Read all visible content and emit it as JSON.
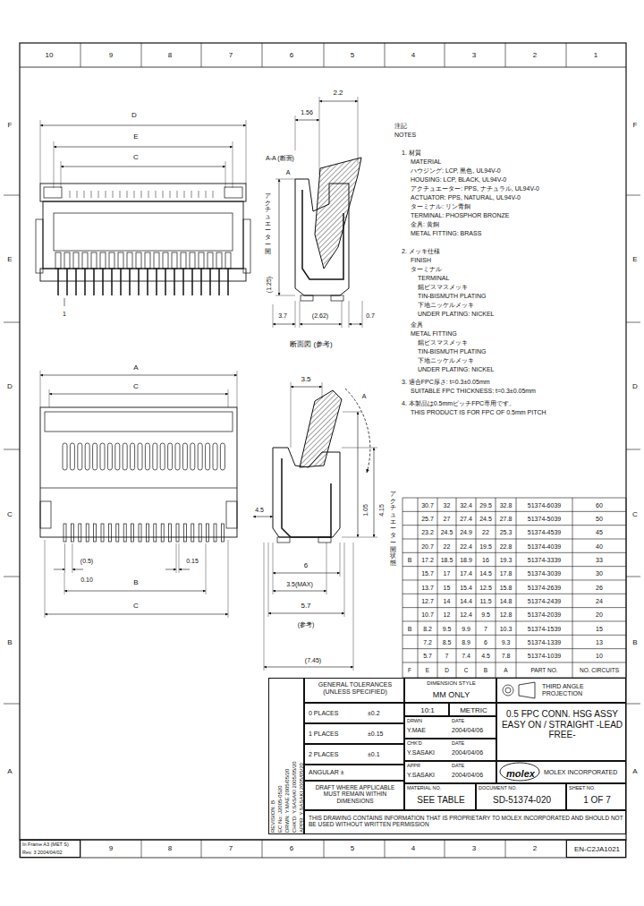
{
  "diagram": {
    "nodes": [
      {
        "text": [
          "In Frame A3 (MET S)",
          "Rev. 3 2004/04/02"
        ]
      },
      {
        "text": [
          "EN-C2JA1021"
        ]
      },
      {
        "text": [
          "REVISION: B",
          "EC No: J2005-0520",
          "DRWN: Y.MAE 2005/05/20",
          "CHK'D: Y.SASAKI 2005/05/20",
          "APPR: Y.SASAKI 2005/05/20"
        ]
      },
      {
        "text": [
          "GENERAL TOLERANCES (UNLESS SPECIFIED)"
        ]
      },
      {
        "text": [
          "0 PLACES",
          "±0.2"
        ]
      },
      {
        "text": [
          "1 PLACES",
          "±0.15"
        ]
      },
      {
        "text": [
          "2 PLACES",
          "±0.1"
        ]
      },
      {
        "text": [
          "ANGULAR ±"
        ]
      },
      {
        "text": [
          "DRAFT WHERE APPLICABLE MUST REMAIN WITHIN DIMENSIONS"
        ]
      },
      {
        "text": [
          "DIMENSION STYLE",
          "MM ONLY"
        ]
      },
      {
        "text": [
          "10:1"
        ]
      },
      {
        "text": [
          "METRIC"
        ]
      },
      {
        "text": [
          "DRWN",
          "DATE",
          "Y.MAE",
          "2004/04/06"
        ]
      },
      {
        "text": [
          "CHK'D",
          "DATE",
          "Y.SASAKI",
          "2004/04/06"
        ]
      },
      {
        "text": [
          "APPR",
          "DATE",
          "Y.SASAKI",
          "2004/04/06"
        ]
      },
      {
        "text": [
          "MATERIAL NO.",
          "SEE TABLE"
        ]
      },
      {
        "text": [
          "DOCUMENT NO.",
          "SD-51374-020"
        ]
      },
      {
        "text": [
          "SHEET NO.",
          "1 OF 7"
        ]
      },
      {
        "text": [
          "THIRD ANGLE PROJECTION"
        ]
      },
      {
        "text": [
          "0.5 FPC CONN. HSG ASSY EASY ON / STRAIGHT -LEAD FREE-"
        ]
      },
      {
        "text": [
          "molex",
          "MOLEX INCORPORATED"
        ]
      },
      {
        "text": [
          "THIS DRAWING CONTAINS INFORMATION THAT IS PROPRIETARY TO MOLEX INCORPORATED AND SHOULD NOT BE USED WITHOUT WRITTEN PERMISSION"
        ]
      }
    ],
    "labels": [
      "10",
      "9",
      "8",
      "7",
      "6",
      "5",
      "4",
      "3",
      "2",
      "1",
      "F",
      "E",
      "D",
      "C",
      "B",
      "A",
      "F",
      "E",
      "D",
      "C",
      "B",
      "A",
      "9",
      "8",
      "7",
      "6",
      "5",
      "4",
      "3",
      "2",
      "D",
      "E",
      "C",
      "1",
      "2.2",
      "1.56",
      "A-A (断面)",
      "A",
      "アクチュエーター開",
      "(1.25)",
      "3.7",
      "(2.62)",
      "0.7",
      "断面図 (参考)",
      "A",
      "C",
      "(0.5)",
      "0.15",
      "0.10",
      "B",
      "C",
      "3.5",
      "A",
      "1.05",
      "4.15",
      "4.5",
      "アクチュエーター開状態",
      "6",
      "3.5(MAX)",
      "5.7",
      "(参考)",
      "(7.45)",
      "注記",
      "NOTES",
      "1. 材質",
      "MATERIAL",
      "ハウジング: LCP, 黒色, UL94V-0",
      "HOUSING: LCP, BLACK, UL94V-0",
      "アクチュエーター: PPS, ナチュラル, UL94V-0",
      "ACTUATOR: PPS, NATURAL, UL94V-0",
      "ターミナル: リン青銅",
      "TERMINAL: PHOSPHOR BRONZE",
      "金具: 黄銅",
      "METAL FITTING: BRASS",
      "2. メッキ仕様",
      "FINISH",
      "ターミナル",
      "TERMINAL",
      "錫ビスマスメッキ",
      "TIN-BISMUTH PLATING",
      "下地ニッケルメッキ",
      "UNDER PLATING: NICKEL",
      "金具",
      "METAL FITTING",
      "錫ビスマスメッキ",
      "TIN-BISMUTH PLATING",
      "下地ニッケルメッキ",
      "UNDER PLATING: NICKEL",
      "3. 適合FPC厚さ: t=0.3±0.05mm",
      "SUITABLE FPC THICKNESS: t=0.3±0.05mm",
      "4. 本製品は0.5mmピッチFPC専用です。",
      "THIS PRODUCT IS FOR FPC OF 0.5mm PITCH",
      "30.7",
      "32",
      "32.4",
      "29.5",
      "32.8",
      "51374-6039",
      "60",
      "25.7",
      "27",
      "27.4",
      "24.5",
      "27.8",
      "51374-5039",
      "50",
      "23.2",
      "24.5",
      "24.9",
      "22",
      "25.3",
      "51374-4539",
      "45",
      "20.7",
      "22",
      "22.4",
      "19.5",
      "22.8",
      "51374-4039",
      "40",
      "17.2",
      "18.5",
      "18.9",
      "16",
      "19.3",
      "51374-3339",
      "33",
      "15.7",
      "17",
      "17.4",
      "14.5",
      "17.8",
      "51374-3039",
      "30",
      "13.7",
      "15",
      "15.4",
      "12.5",
      "15.8",
      "51374-2639",
      "26",
      "12.7",
      "14",
      "14.4",
      "11.5",
      "14.8",
      "51374-2439",
      "24",
      "10.7",
      "12",
      "12.4",
      "9.5",
      "12.8",
      "51374-2039",
      "20",
      "8.2",
      "9.5",
      "9.9",
      "7",
      "10.3",
      "51374-1539",
      "15",
      "7.2",
      "8.5",
      "8.9",
      "6",
      "9.3",
      "51374-1339",
      "13",
      "5.7",
      "7",
      "7.4",
      "4.5",
      "7.8",
      "51374-1039",
      "10",
      "F",
      "E",
      "D",
      "C",
      "B",
      "A",
      "PART NO.",
      "NO. CIRCUITS",
      "B",
      "B"
    ]
  }
}
